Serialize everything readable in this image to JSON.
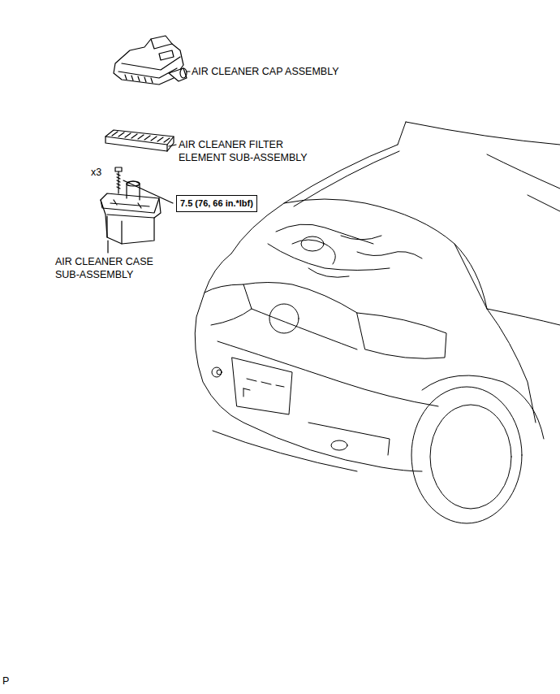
{
  "diagram": {
    "nodes": [
      {
        "text": [
          "7.5 (76, 66 in.*lbf)"
        ]
      }
    ],
    "labels": [
      "AIR CLEANER CAP ASSEMBLY",
      "AIR CLEANER FILTER ELEMENT SUB-ASSEMBLY",
      "x3",
      "AIR CLEANER CASE SUB-ASSEMBLY",
      "P"
    ]
  }
}
